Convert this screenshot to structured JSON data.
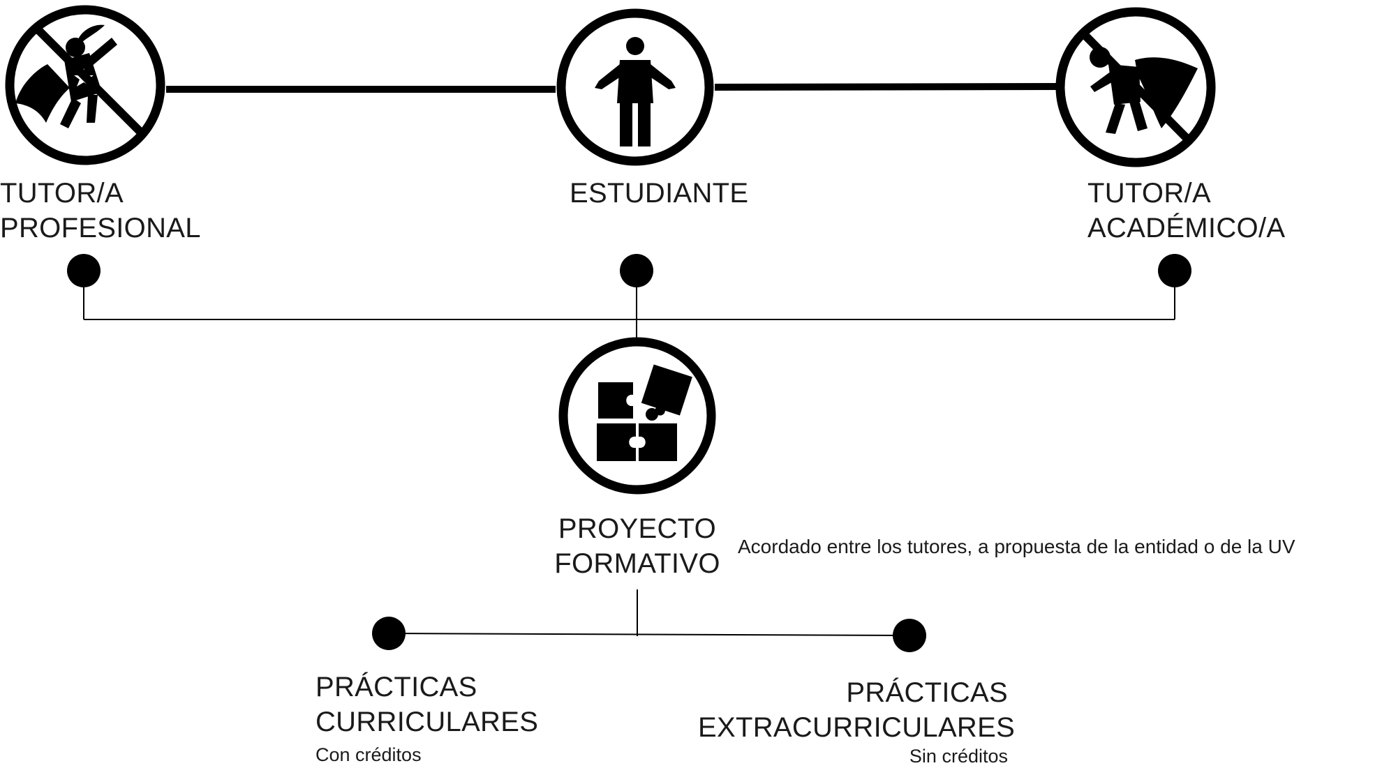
{
  "nodes": {
    "tutor_profesional": {
      "line1": "TUTOR/A",
      "line2": "PROFESIONAL",
      "icon": "superhero-woman-icon"
    },
    "estudiante": {
      "label": "ESTUDIANTE",
      "icon": "student-person-icon"
    },
    "tutor_academico": {
      "label": "TUTOR/A ACADÉMICO/A",
      "icon": "superhero-man-icon"
    },
    "proyecto": {
      "line1": "PROYECTO",
      "line2": "FORMATIVO",
      "icon": "puzzle-icon",
      "note": "Acordado entre los tutores, a propuesta de la entidad o de la UV"
    },
    "curriculares": {
      "line1": "PRÁCTICAS",
      "line2": "CURRICULARES",
      "note": "Con créditos"
    },
    "extracurriculares": {
      "line1": "PRÁCTICAS",
      "line2": "EXTRACURRICULARES",
      "note": "Sin créditos"
    }
  },
  "colors": {
    "ink": "#000000",
    "text": "#1a1a1a",
    "background": "#ffffff"
  }
}
